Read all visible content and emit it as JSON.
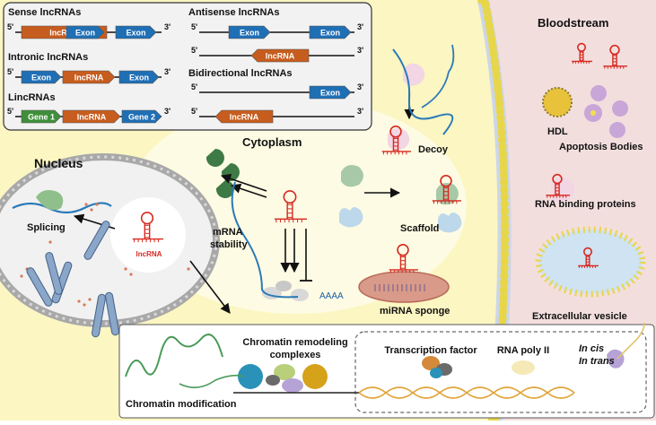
{
  "colors": {
    "bloodstream_bg": "#f3dede",
    "cytoplasm_bg": "#fbf6c2",
    "nucleus_bg": "#f1f1f1",
    "lncrna_orange": "#c65d1e",
    "exon_blue": "#1f6fb5",
    "gene_green": "#3f8f3a",
    "rna_red": "#d6281f",
    "membrane_yellow": "#e8d64a"
  },
  "legend": {
    "sense": {
      "title": "Sense lncRNAs",
      "segments": [
        "lncRNA",
        "Exon",
        "Exon"
      ]
    },
    "intronic": {
      "title": "Intronic lncRNAs",
      "segments": [
        "Exon",
        "lncRNA",
        "Exon"
      ]
    },
    "linc": {
      "title": "LincRNAs",
      "segments": [
        "Gene 1",
        "lncRNA",
        "Gene 2"
      ]
    },
    "antisense": {
      "title": "Antisense lncRNAs",
      "segments": [
        "Exon",
        "Exon",
        "lncRNA"
      ]
    },
    "bidirectional": {
      "title": "Bidirectional lncRNAs",
      "segments": [
        "Exon",
        "lncRNA"
      ]
    },
    "prime5": "5'",
    "prime3": "3'"
  },
  "regions": {
    "bloodstream": "Bloodstream",
    "cytoplasm": "Cytoplasm",
    "nucleus": "Nucleus"
  },
  "nucleus": {
    "splicing": "Splicing",
    "center_label": "lncRNA"
  },
  "cytoplasm": {
    "decoy": "Decoy",
    "scaffold": "Scaffold",
    "mrna_stability": [
      "mRNA",
      "stability"
    ],
    "mirna_sponge": "miRNA sponge",
    "poly_a": "AAAA"
  },
  "bloodstream": {
    "hdl": "HDL",
    "apoptosis": "Apoptosis Bodies",
    "rbp": "RNA binding proteins",
    "ev": "Extracellular vesicle"
  },
  "chromatin": {
    "modification": "Chromatin modification",
    "remodeling": [
      "Chromatin remodeling",
      "complexes"
    ],
    "tf": "Transcription factor",
    "rna_pol": "RNA poly II",
    "in_cis": "In cis",
    "in_trans": "In trans"
  }
}
